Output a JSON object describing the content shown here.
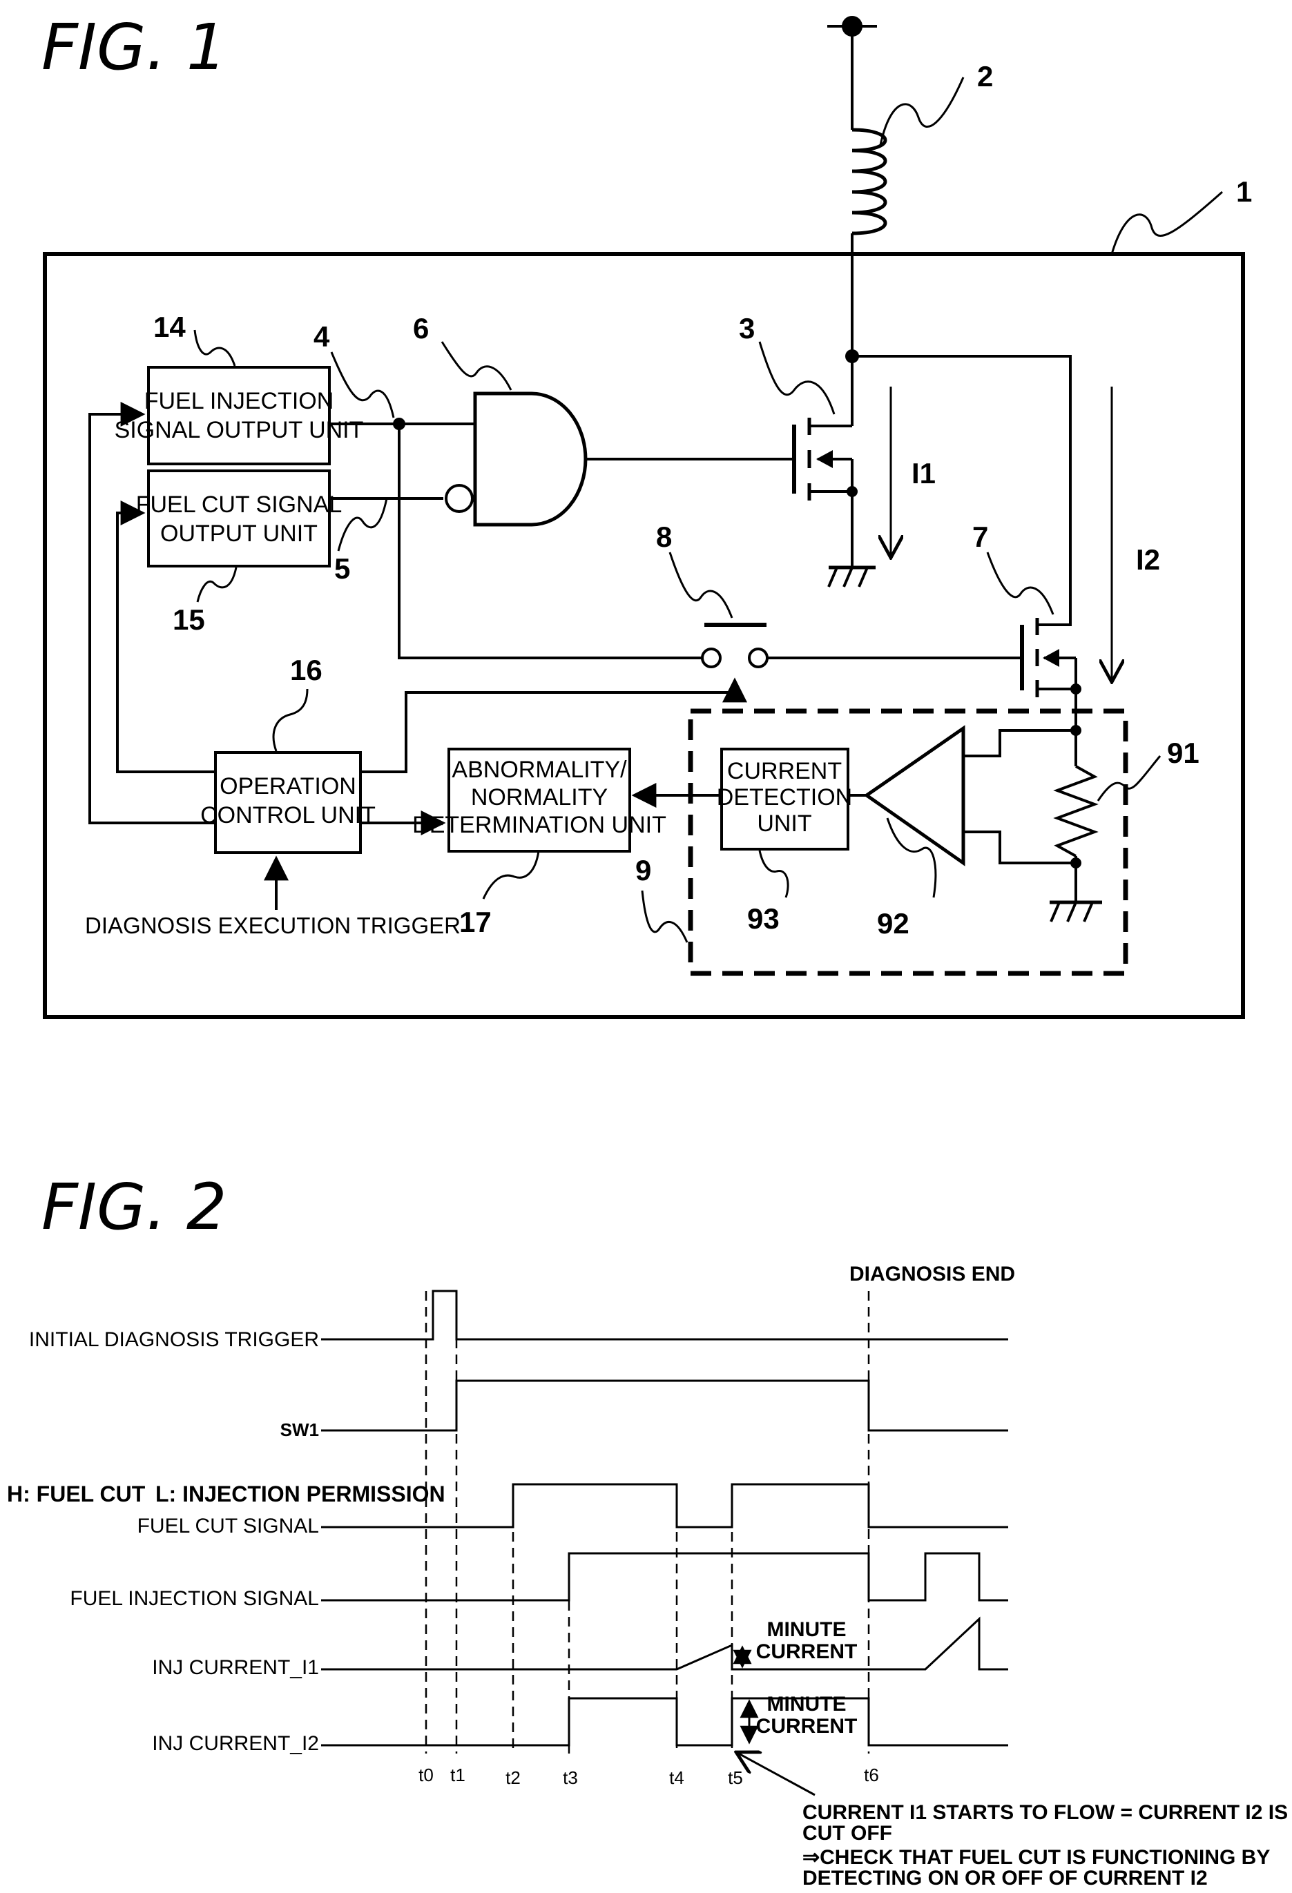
{
  "fig1": {
    "title": "FIG. 1",
    "refs": {
      "r1": "1",
      "r2": "2",
      "r3": "3",
      "r4": "4",
      "r5": "5",
      "r6": "6",
      "r7": "7",
      "r8": "8",
      "r9": "9",
      "r14": "14",
      "r15": "15",
      "r16": "16",
      "r17": "17",
      "r91": "91",
      "r92": "92",
      "r93": "93"
    },
    "currents": {
      "i1": "I1",
      "i2": "I2"
    },
    "blocks": {
      "fuel_injection": [
        "FUEL INJECTION",
        "SIGNAL OUTPUT UNIT"
      ],
      "fuel_cut": [
        "FUEL CUT SIGNAL",
        "OUTPUT UNIT"
      ],
      "operation_control": [
        "OPERATION",
        "CONTROL UNIT"
      ],
      "abnormality": [
        "ABNORMALITY/",
        "NORMALITY",
        "DETERMINATION UNIT"
      ],
      "current_detection": [
        "CURRENT",
        "DETECTION",
        "UNIT"
      ]
    },
    "trigger_label": "DIAGNOSIS EXECUTION TRIGGER"
  },
  "fig2": {
    "title": "FIG. 2",
    "diagnosis_end": "DIAGNOSIS END",
    "legend": {
      "h": "H: FUEL CUT",
      "l": "L: INJECTION PERMISSION"
    },
    "signals": {
      "initial_trigger": "INITIAL DIAGNOSIS TRIGGER",
      "sw1": "SW1",
      "fuel_cut": "FUEL CUT SIGNAL",
      "fuel_injection": "FUEL INJECTION SIGNAL",
      "inj_i1": "INJ CURRENT_I1",
      "inj_i2": "INJ CURRENT_I2"
    },
    "minute_current": [
      "MINUTE",
      "CURRENT"
    ],
    "ticks": [
      "t0",
      "t1",
      "t2",
      "t3",
      "t4",
      "t5",
      "t6"
    ],
    "note": [
      "CURRENT I1 STARTS TO FLOW = CURRENT I2 IS",
      "CUT OFF",
      "⇒CHECK THAT FUEL CUT IS FUNCTIONING BY",
      "DETECTING ON OR OFF OF CURRENT I2"
    ]
  }
}
